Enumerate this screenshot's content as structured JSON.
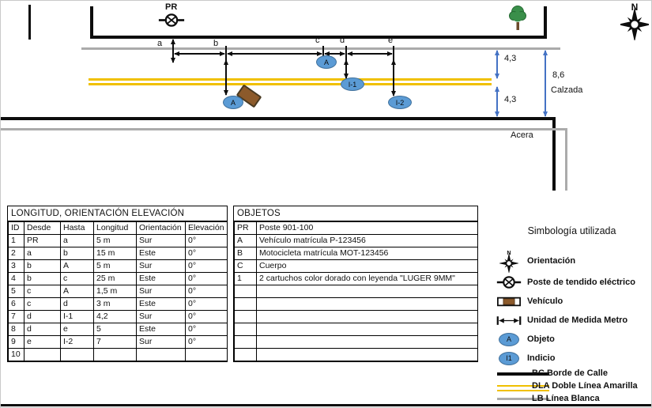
{
  "scene": {
    "pr_label": "PR",
    "compass_n": "N",
    "points": [
      "a",
      "b",
      "c",
      "d",
      "e"
    ],
    "markers": {
      "a_top": "A",
      "i1": "I-1",
      "i2": "I-2",
      "a_vehicle": "A"
    },
    "dimensions": {
      "upper": "4,3",
      "total": "8,6",
      "lower": "4,3"
    },
    "calzada_label": "Calzada",
    "acera_label": "Acera"
  },
  "measurements_table": {
    "title": "LONGITUD, ORIENTACIÓN ELEVACIÓN",
    "headers": [
      "ID",
      "Desde",
      "Hasta",
      "Longitud",
      "Orientación",
      "Elevación"
    ],
    "rows": [
      [
        "1",
        "PR",
        "a",
        "5 m",
        "Sur",
        "0°"
      ],
      [
        "2",
        "a",
        "b",
        "15 m",
        "Este",
        "0°"
      ],
      [
        "3",
        "b",
        "A",
        "5 m",
        "Sur",
        "0°"
      ],
      [
        "4",
        "b",
        "c",
        "25 m",
        "Este",
        "0°"
      ],
      [
        "5",
        "c",
        "A",
        "1,5 m",
        "Sur",
        "0°"
      ],
      [
        "6",
        "c",
        "d",
        "3 m",
        "Este",
        "0°"
      ],
      [
        "7",
        "d",
        "I-1",
        "4,2",
        "Sur",
        "0°"
      ],
      [
        "8",
        "d",
        "e",
        "5",
        "Este",
        "0°"
      ],
      [
        "9",
        "e",
        "I-2",
        "7",
        "Sur",
        "0°"
      ],
      [
        "10",
        "",
        "",
        "",
        "",
        ""
      ]
    ]
  },
  "objects_table": {
    "title": "OBJETOS",
    "rows": [
      [
        "PR",
        "Poste 901-100"
      ],
      [
        "A",
        "Vehículo matrícula P-123456"
      ],
      [
        "B",
        "Motocicleta matrícula MOT-123456"
      ],
      [
        "C",
        "Cuerpo"
      ],
      [
        "1",
        "2 cartuchos color dorado con leyenda \"LUGER 9MM\""
      ],
      [
        "",
        ""
      ],
      [
        "",
        ""
      ],
      [
        "",
        ""
      ],
      [
        "",
        ""
      ],
      [
        "",
        ""
      ],
      [
        "",
        ""
      ]
    ]
  },
  "legend": {
    "title": "Simbología utilizada",
    "items": [
      {
        "icon": "compass-icon",
        "label": "Orientación"
      },
      {
        "icon": "power-pole-icon",
        "label": "Poste de tendido eléctrico"
      },
      {
        "icon": "vehicle-icon",
        "label": "Vehículo"
      },
      {
        "icon": "measure-unit-icon",
        "label": "Unidad de Medida Metro"
      },
      {
        "icon": "object-marker",
        "marker": "A",
        "label": "Objeto"
      },
      {
        "icon": "indicio-marker",
        "marker": "I1",
        "label": "Indicio"
      },
      {
        "icon": "black-line",
        "label": "BC Borde de Calle"
      },
      {
        "icon": "yellow-line",
        "label": "DLA Doble Línea Amarilla"
      },
      {
        "icon": "gray-line",
        "label": "LB Línea Blanca"
      }
    ]
  },
  "colors": {
    "road_edge": "#0d0d0d",
    "double_yellow_line": "#f0c000",
    "white_line_gray": "#ababab",
    "marker_blue": "#5b9bd5",
    "vehicle_brown": "#8c5a2b",
    "dimension_arrow_blue": "#4472c4"
  }
}
